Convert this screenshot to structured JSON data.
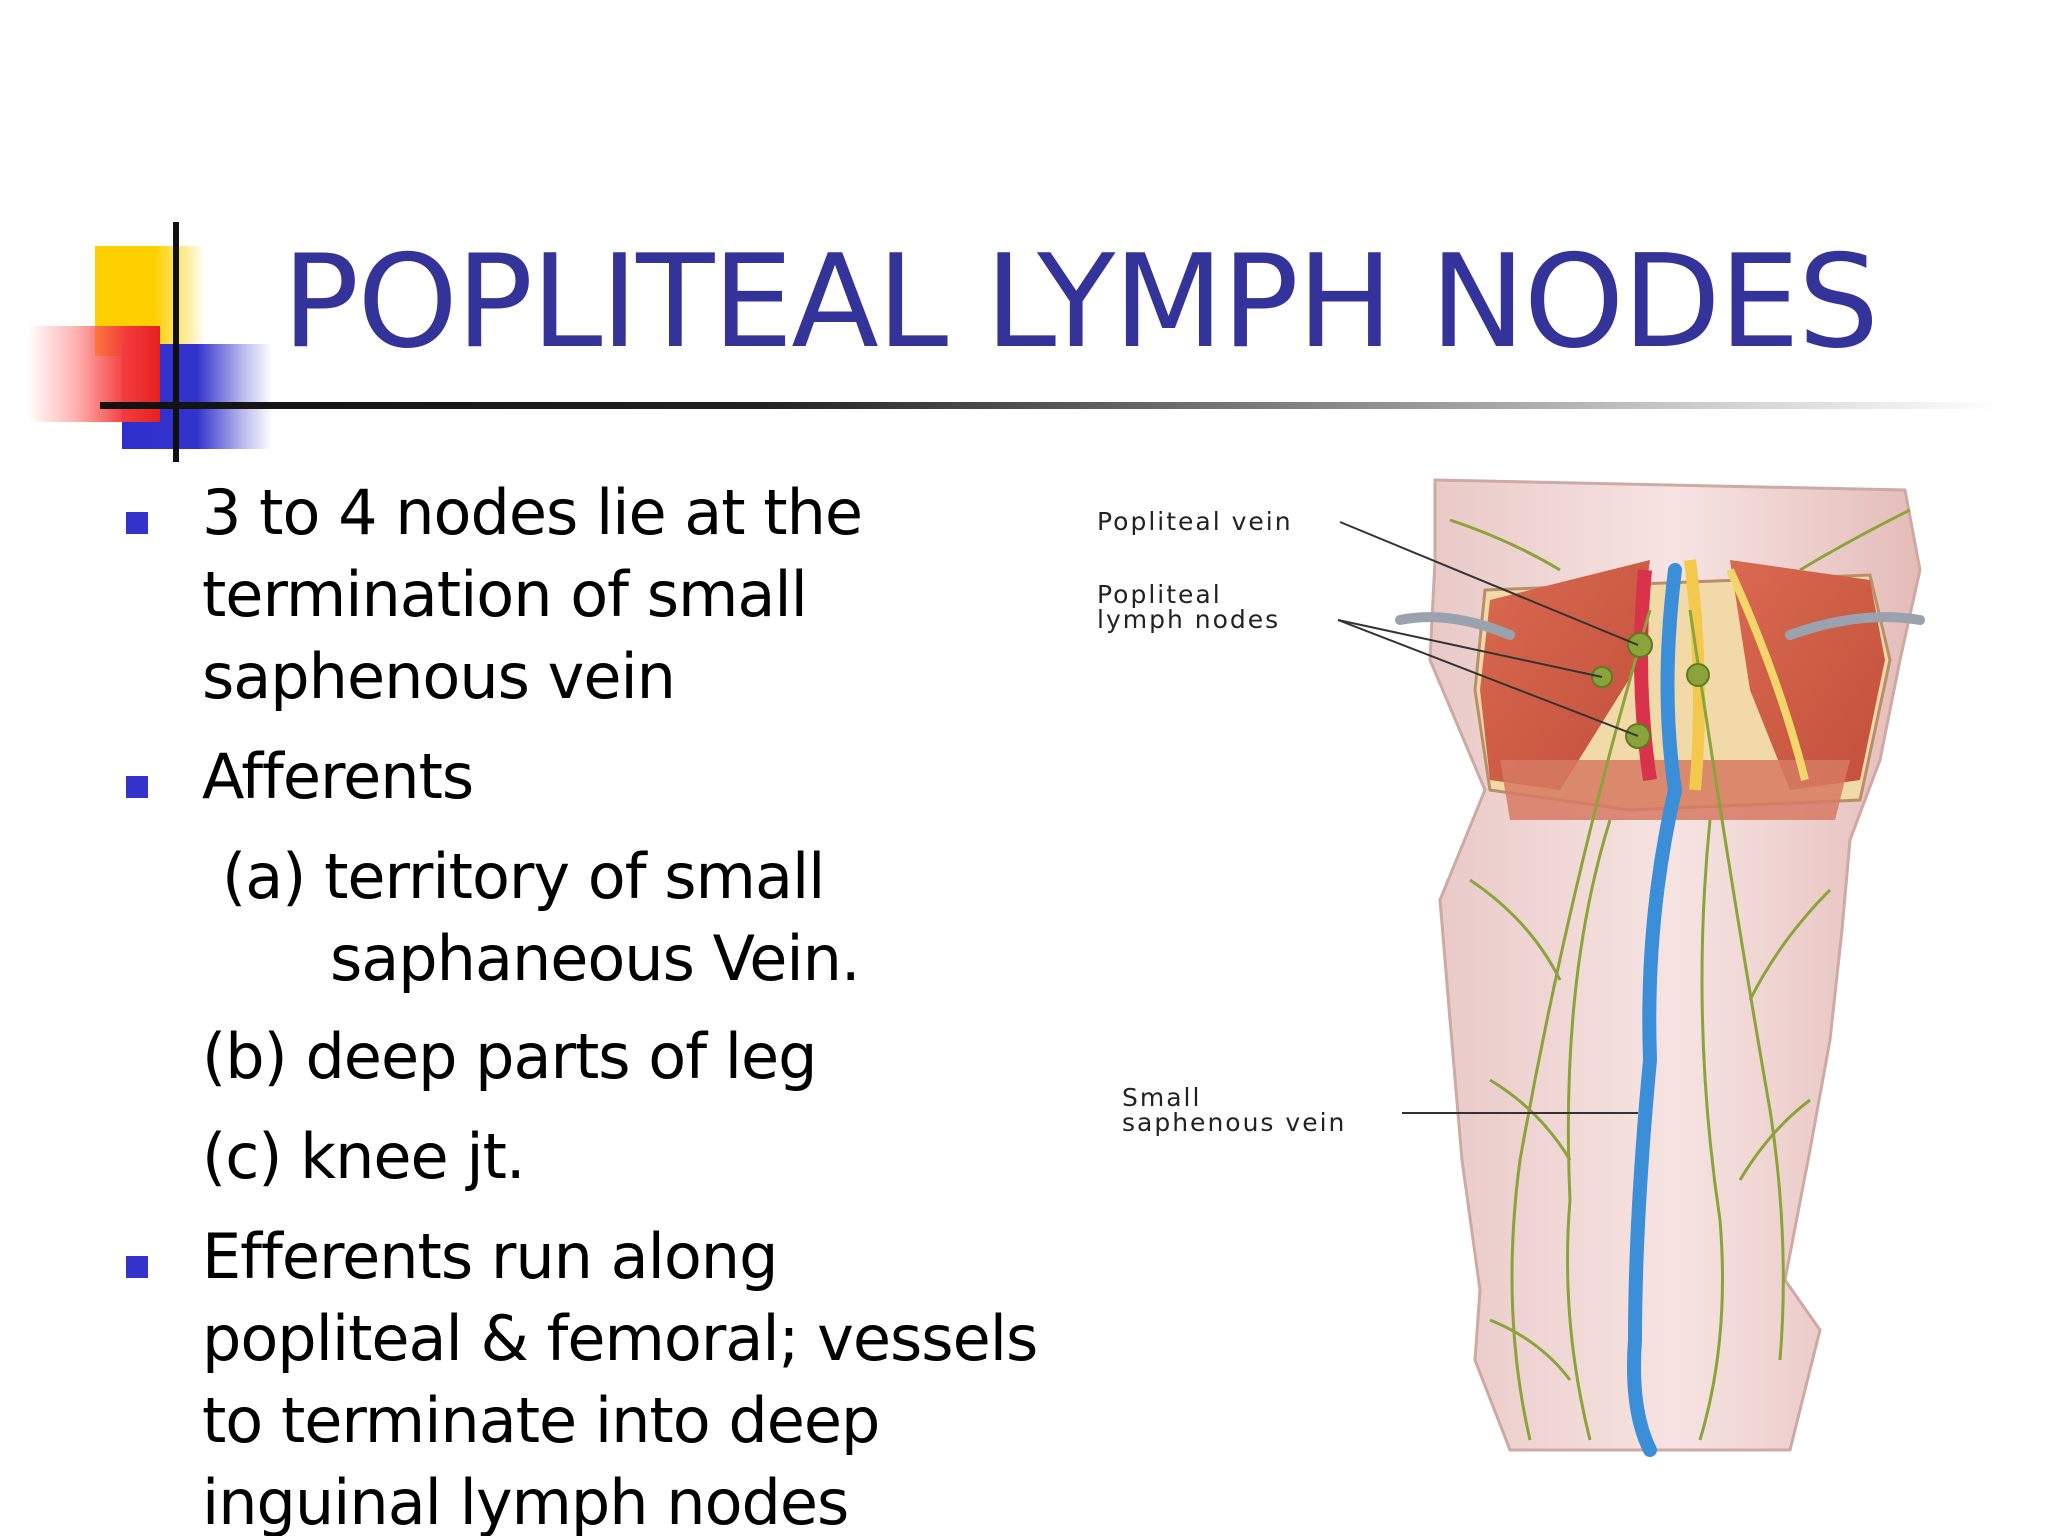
{
  "slide": {
    "title": "POPLITEAL LYMPH NODES",
    "bullets": [
      {
        "lines": [
          "3 to 4 nodes lie at the",
          "termination of small",
          "saphenous vein"
        ]
      },
      {
        "lines": [
          "Afferents"
        ]
      },
      {
        "lines": [
          "Efferents run along",
          "popliteal & femoral; vessels",
          "to terminate into deep",
          "inguinal lymph nodes"
        ]
      }
    ],
    "afferents": {
      "a_line1": "(a) territory of small",
      "a_line2": "saphaneous Vein.",
      "b": "(b) deep parts of leg",
      "c": "(c) knee jt."
    }
  },
  "figure": {
    "labels": {
      "popliteal_vein": "Popliteal vein",
      "nodes_line1": "Popliteal",
      "nodes_line2": "lymph nodes",
      "small_line1": "Small",
      "small_line2": "saphenous vein"
    }
  },
  "colors": {
    "title": "#333399",
    "bullet": "#3333cc",
    "accent_yellow": "#ffd000",
    "accent_red": "#e62020",
    "vein": "#3a8fd8",
    "lymph": "#8aa33a"
  }
}
